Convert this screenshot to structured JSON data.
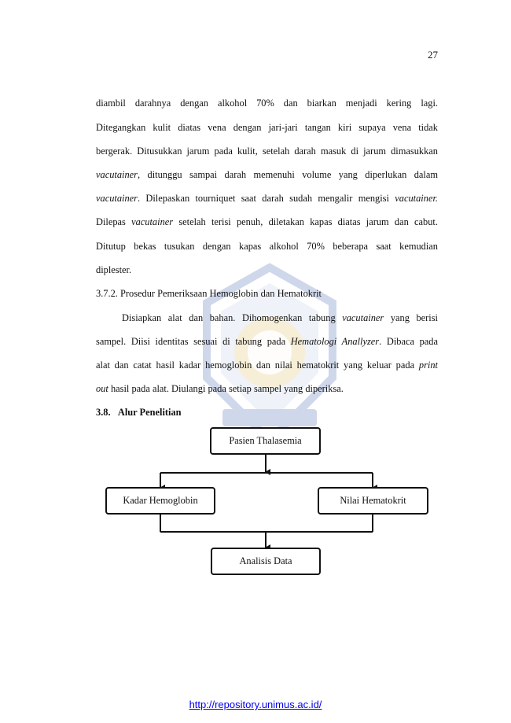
{
  "page_number": "27",
  "para1": {
    "l1": "diambil darahnya dengan alkohol 70% dan biarkan menjadi kering lagi.",
    "l2": "Ditegangkan kulit diatas vena dengan jari-jari tangan kiri supaya vena tidak",
    "l3": "bergerak. Ditusukkan jarum pada kulit, setelah darah masuk di jarum dimasukkan",
    "l4_italic": "vacutainer",
    "l4_rest": ", ditunggu sampai darah memenuhi volume yang diperlukan dalam",
    "l5_italic": "vacutainer",
    "l5_mid": ". Dilepaskan tourniquet saat darah sudah mengalir mengisi",
    "l5_italic2": "vacutainer.",
    "l6_start": "Dilepas",
    "l6_italic": "vacutainer",
    "l6_rest": "setelah terisi penuh, diletakan kapas diatas jarum dan cabut.",
    "l7": "Ditutup bekas tusukan dengan kapas alkohol 70% beberapa saat kemudian",
    "l8": "diplester."
  },
  "subsection_heading": "3.7.2. Prosedur Pemeriksaan Hemoglobin dan Hematokrit",
  "para2": {
    "l1_start": "Disiapkan alat dan bahan. Dihomogenkan tabung",
    "l1_italic": "vacutainer",
    "l1_end": "yang berisi",
    "l2_start": "sampel. Diisi identitas sesuai di tabung pada",
    "l2_italic": "Hematologi Anallyzer",
    "l2_end": ". Dibaca pada",
    "l3_start": "alat dan catat hasil kadar hemoglobin dan nilai hematokrit yang keluar pada",
    "l3_italic": "print",
    "l4_italic": "out",
    "l4_end": "hasil pada alat. Diulangi pada setiap sampel yang diperiksa."
  },
  "section_heading": {
    "number": "3.8.",
    "title": "Alur Penelitian"
  },
  "flowchart": {
    "top": "Pasien Thalasemia",
    "left": "Kadar Hemoglobin",
    "right": "Nilai Hematokrit",
    "bottom": "Analisis Data"
  },
  "footer_link": "http://repository.unimus.ac.id/",
  "colors": {
    "link": "#0000ee",
    "text": "#111111",
    "watermark": "#2b4fa8"
  }
}
